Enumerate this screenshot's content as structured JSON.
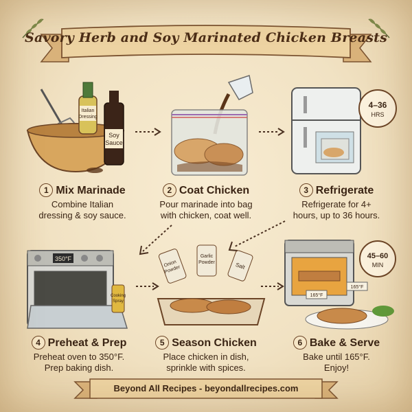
{
  "title": "Savory Herb and Soy Marinated Chicken Breasts",
  "steps": [
    {
      "number": "1",
      "title": "Mix Marinade",
      "description": "Combine Italian\ndressing & soy sauce."
    },
    {
      "number": "2",
      "title": "Coat Chicken",
      "description": "Pour marinade into bag\nwith chicken, coat well."
    },
    {
      "number": "3",
      "title": "Refrigerate",
      "description": "Refrigerate for 4+\nhours, up to 36 hours."
    },
    {
      "number": "4",
      "title": "Preheat & Prep",
      "description": "Preheat oven to 350°F.\nPrep baking dish."
    },
    {
      "number": "5",
      "title": "Season Chicken",
      "description": "Place chicken in dish,\nsprinkle with spices."
    },
    {
      "number": "6",
      "title": "Bake & Serve",
      "description": "Bake until 165°F.\nEnjoy!"
    }
  ],
  "labels": {
    "italian_dressing_l1": "Italian",
    "italian_dressing_l2": "Dressing",
    "soy_sauce_l1": "Soy",
    "soy_sauce_l2": "Sauce",
    "fridge_timer_l1": "4–36",
    "fridge_timer_l2": "HRS",
    "oven_temp": "350°F",
    "cooking_spray_l1": "Cooking",
    "cooking_spray_l2": "Spray",
    "onion_powder_l1": "Onion",
    "onion_powder_l2": "Powder",
    "garlic_powder_l1": "Garlic",
    "garlic_powder_l2": "Powder",
    "salt": "Salt",
    "bake_timer_l1": "45–60",
    "bake_timer_l2": "MIN",
    "thermo_1": "165°F",
    "thermo_2": "165°F"
  },
  "footer": "Beyond All Recipes - beyondallrecipes.com"
}
